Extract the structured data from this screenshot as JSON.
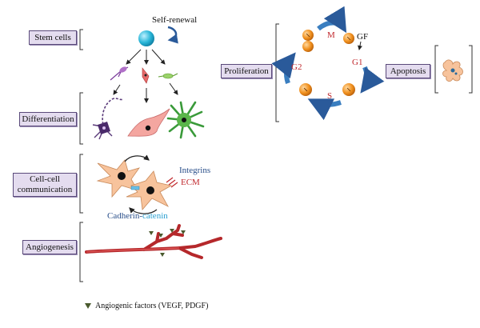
{
  "labels": {
    "stem_cells": "Stem cells",
    "differentiation": "Differentiation",
    "cell_cell": "Cell-cell communication",
    "angiogenesis": "Angiogenesis",
    "proliferation": "Proliferation",
    "apoptosis": "Apoptosis"
  },
  "annotations": {
    "self_renewal": "Self-renewal",
    "integrins": "Integrins",
    "ecm": "ECM",
    "cadherin": "Cadherin-",
    "catenin": "catenin",
    "gf": "GF"
  },
  "cycle_phases": {
    "m": "M",
    "g1": "G1",
    "s": "S",
    "g2": "G2"
  },
  "legend": {
    "text": "Angiogenic factors (VEGF, PDGF)"
  },
  "colors": {
    "box_fill": "#e4dcef",
    "stem_cell": "#29b6d8",
    "phase_text": "#c0282d",
    "arrow_blue": "#3a7ec0",
    "vessel": "#b5282b",
    "differentiated_cell": "#f4a6a0",
    "neuron": "#5a3a7a",
    "astrocyte": "#3a9a3a",
    "orange_cell": "#e88a1e"
  }
}
